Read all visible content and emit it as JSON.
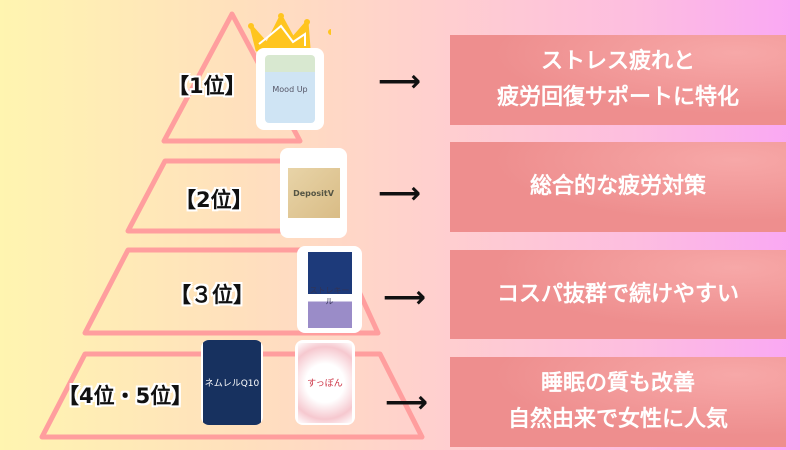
{
  "ranks": [
    {
      "label": "【1位】",
      "product": "Mood Up",
      "description": [
        "ストレス疲れと",
        "疲労回復サポートに特化"
      ]
    },
    {
      "label": "【2位】",
      "product": "DepositV",
      "description": [
        "総合的な疲労対策"
      ]
    },
    {
      "label": "【３位】",
      "product": "ストレキール",
      "description": [
        "コスパ抜群で続けやすい"
      ]
    },
    {
      "label": "【4位・5位】",
      "products": [
        "ネムレルQ10",
        "すっぽん"
      ],
      "description": [
        "睡眠の質も改善",
        "自然由来で女性に人気"
      ]
    }
  ],
  "arrow": "⟶",
  "colors": {
    "pyramid": "#ff9e9e",
    "box": "#ee8e8e",
    "crown": "#ffc51f"
  }
}
